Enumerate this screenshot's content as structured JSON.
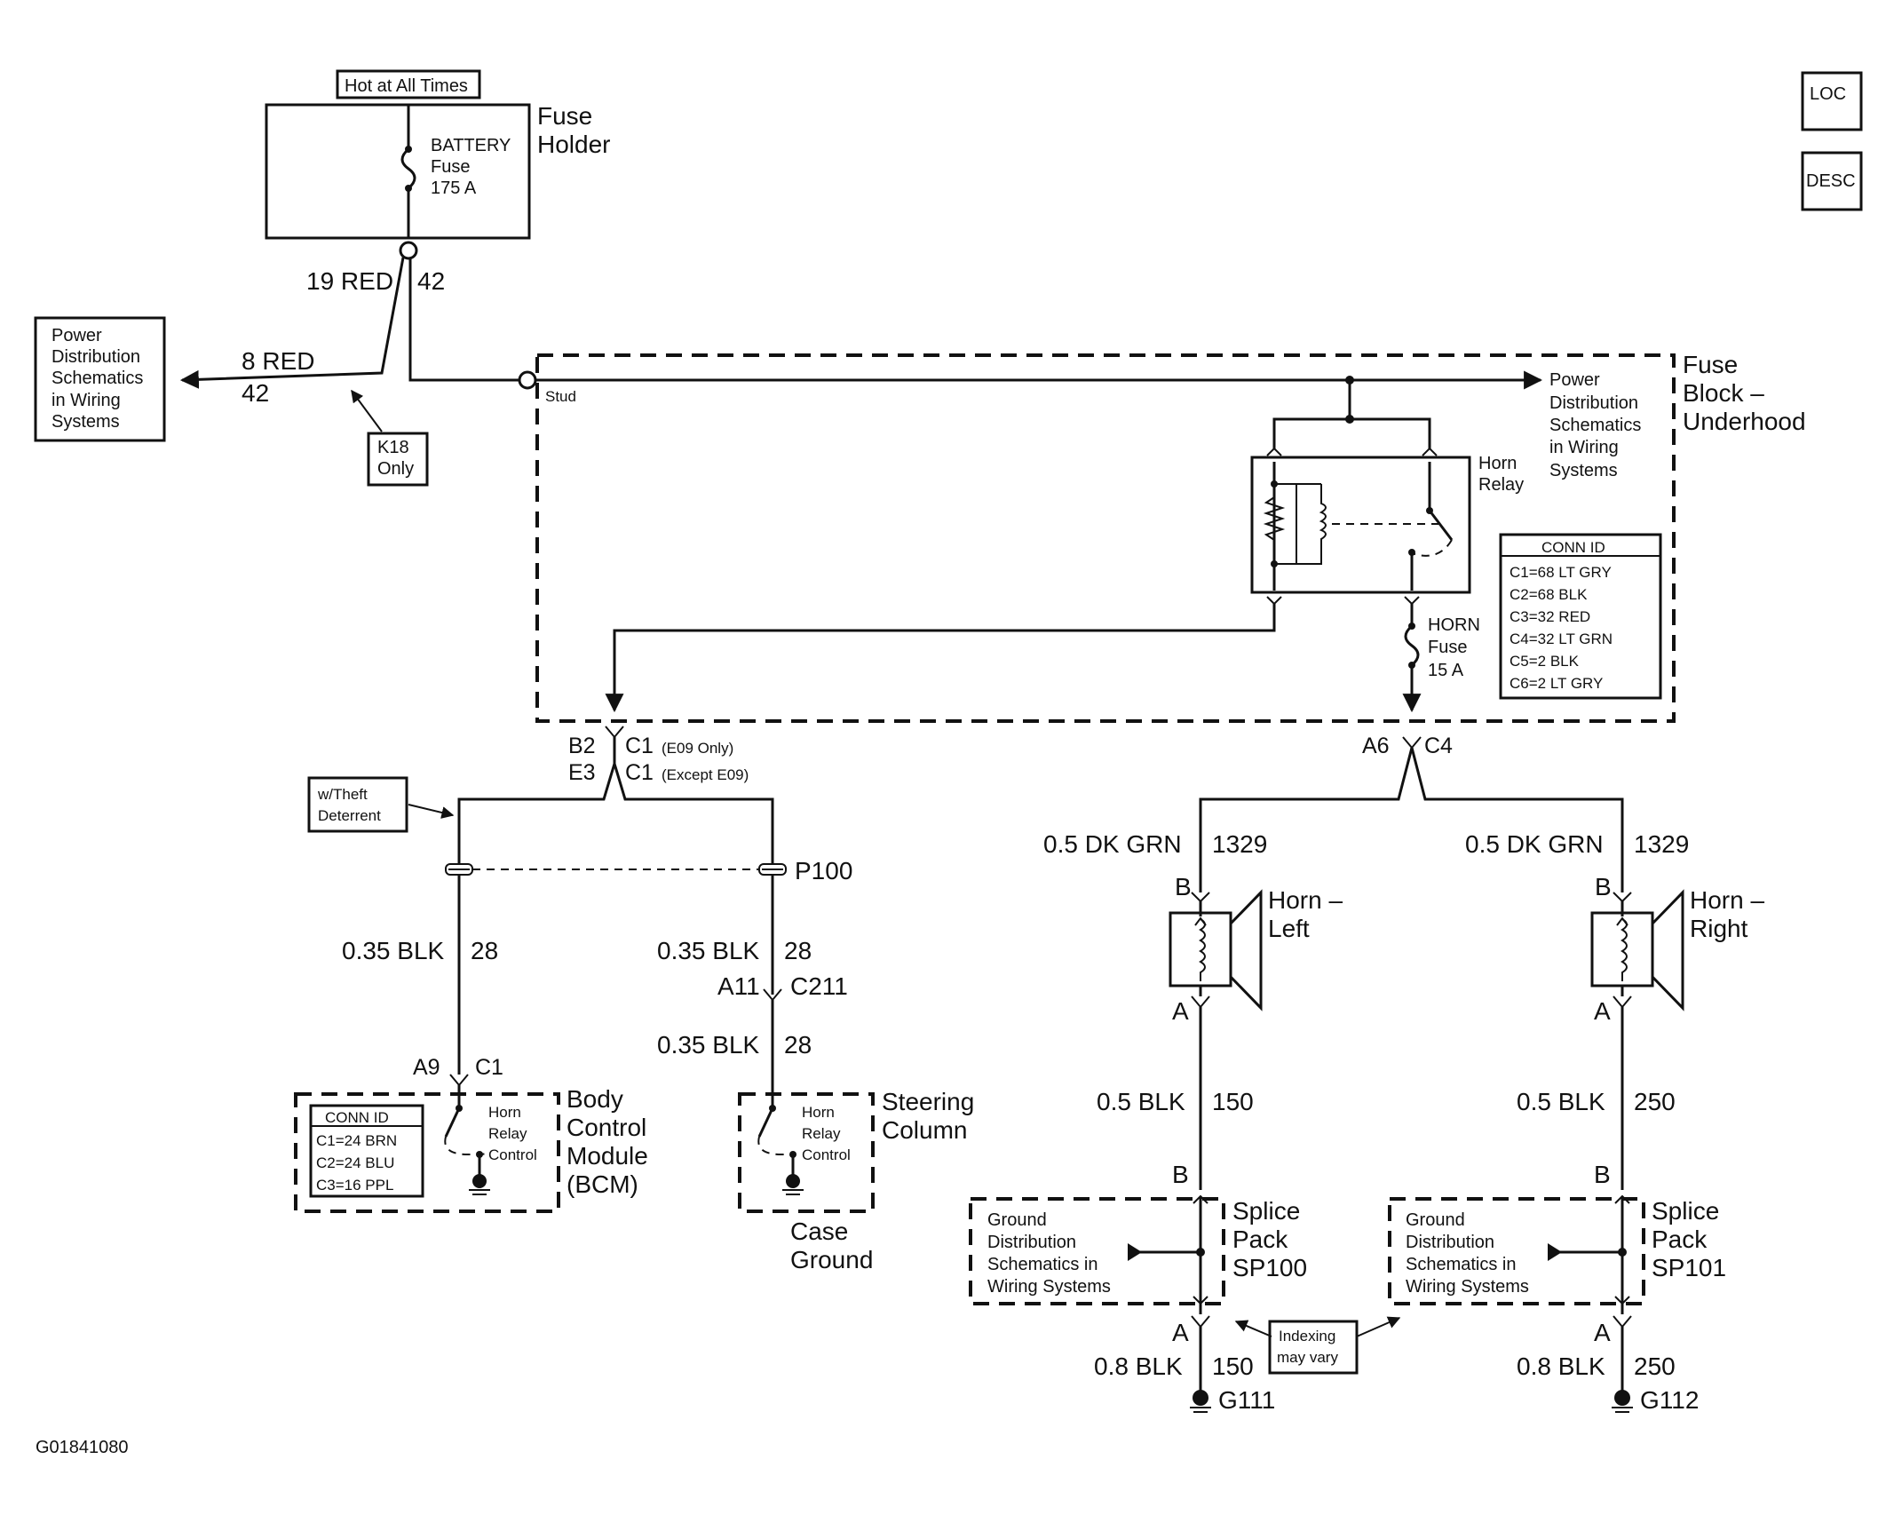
{
  "header": {
    "hot_label": "Hot at All Times",
    "loc_label": "LOC",
    "desc_label": "DESC"
  },
  "fuse_holder": {
    "name_line1": "Fuse",
    "name_line2": "Holder",
    "fuse_line1": "BATTERY",
    "fuse_line2": "Fuse",
    "fuse_line3": "175 A",
    "wire_left": "19 RED",
    "wire_right": "42"
  },
  "power_left": {
    "line1": "Power",
    "line2": "Distribution",
    "line3": "Schematics",
    "line4": "in Wiring",
    "line5": "Systems",
    "wire_color": "8 RED",
    "wire_circuit": "42",
    "k18_line1": "K18",
    "k18_line2": "Only"
  },
  "fuse_block": {
    "name_line1": "Fuse",
    "name_line2": "Block –",
    "name_line3": "Underhood",
    "stud_label": "Stud",
    "power_line1": "Power",
    "power_line2": "Distribution",
    "power_line3": "Schematics",
    "power_line4": "in Wiring",
    "power_line5": "Systems",
    "relay_line1": "Horn",
    "relay_line2": "Relay",
    "horn_fuse_line1": "HORN",
    "horn_fuse_line2": "Fuse",
    "horn_fuse_line3": "15 A",
    "conn_title": "CONN ID",
    "conn_items": [
      "C1=68 LT GRY",
      "C2=68 BLK",
      "C3=32 RED",
      "C4=32 LT GRN",
      "C5=2 BLK",
      "C6=2 LT GRY"
    ]
  },
  "left_branch": {
    "pin_b2": "B2",
    "conn_c1a": "C1",
    "note_e09": "(E09 Only)",
    "pin_e3": "E3",
    "conn_c1b": "C1",
    "note_except": "(Except E09)",
    "theft_line1": "w/Theft",
    "theft_line2": "Deterrent",
    "p100": "P100",
    "wire1_color": "0.35 BLK",
    "wire1_circuit": "28",
    "wire2_color": "0.35 BLK",
    "wire2_circuit": "28",
    "a11": "A11",
    "c211": "C211",
    "wire3_color": "0.35 BLK",
    "wire3_circuit": "28",
    "a9": "A9",
    "c1_bcm": "C1"
  },
  "bcm": {
    "conn_title": "CONN ID",
    "conn_items": [
      "C1=24 BRN",
      "C2=24 BLU",
      "C3=16 PPL"
    ],
    "ctrl_line1": "Horn",
    "ctrl_line2": "Relay",
    "ctrl_line3": "Control",
    "name_line1": "Body",
    "name_line2": "Control",
    "name_line3": "Module",
    "name_line4": "(BCM)"
  },
  "steering": {
    "ctrl_line1": "Horn",
    "ctrl_line2": "Relay",
    "ctrl_line3": "Control",
    "name_line1": "Steering",
    "name_line2": "Column",
    "case_line1": "Case",
    "case_line2": "Ground"
  },
  "right_branch": {
    "a6": "A6",
    "c4": "C4"
  },
  "horn_left": {
    "wire_top_color": "0.5 DK GRN",
    "wire_top_circuit": "1329",
    "pin_b": "B",
    "name_line1": "Horn –",
    "name_line2": "Left",
    "pin_a": "A",
    "wire_mid_color": "0.5 BLK",
    "wire_mid_circuit": "150",
    "splice_b": "B",
    "gd_line1": "Ground",
    "gd_line2": "Distribution",
    "gd_line3": "Schematics in",
    "gd_line4": "Wiring Systems",
    "splice_line1": "Splice",
    "splice_line2": "Pack",
    "splice_line3": "SP100",
    "splice_a": "A",
    "wire_bot_color": "0.8 BLK",
    "wire_bot_circuit": "150",
    "ground": "G111"
  },
  "horn_right": {
    "wire_top_color": "0.5 DK GRN",
    "wire_top_circuit": "1329",
    "pin_b": "B",
    "name_line1": "Horn –",
    "name_line2": "Right",
    "pin_a": "A",
    "wire_mid_color": "0.5 BLK",
    "wire_mid_circuit": "250",
    "splice_b": "B",
    "gd_line1": "Ground",
    "gd_line2": "Distribution",
    "gd_line3": "Schematics in",
    "gd_line4": "Wiring Systems",
    "splice_line1": "Splice",
    "splice_line2": "Pack",
    "splice_line3": "SP101",
    "splice_a": "A",
    "wire_bot_color": "0.8 BLK",
    "wire_bot_circuit": "250",
    "ground": "G112"
  },
  "indexing": {
    "line1": "Indexing",
    "line2": "may vary"
  },
  "footer": {
    "code": "G01841080"
  }
}
